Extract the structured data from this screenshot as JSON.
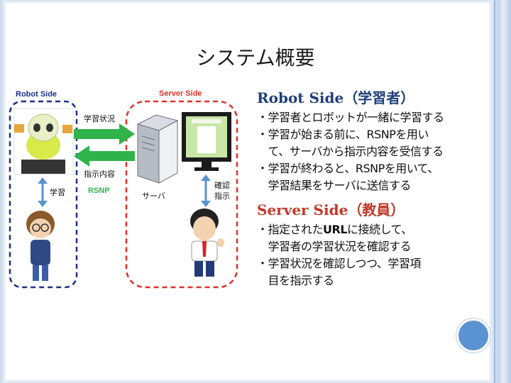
{
  "title": "システム概要",
  "diagram": {
    "robot_side_label": "Robot Side",
    "server_side_label": "Server Side",
    "arrow_top_label": "学習状況",
    "arrow_bottom_label": "指示内容",
    "protocol_label": "RSNP",
    "server_label": "サーバ",
    "learning_label": "学習",
    "confirm_label_1": "確認",
    "confirm_label_2": "指示",
    "colors": {
      "robot_border": "#1d2e8c",
      "server_border": "#e0302a",
      "arrow_green": "#2fb34a",
      "connector_blue": "#5b92d1"
    }
  },
  "robot_side": {
    "heading": "Robot Side",
    "heading_suffix": "（学習者）",
    "bullets": [
      "・学習者とロボットが一緒に学習する",
      "・学習が始まる前に、RSNPを用い",
      "　て、サーバから指示内容を受信する",
      "・学習が終わると、RSNPを用いて、",
      "　学習結果をサーバに送信する"
    ]
  },
  "server_side": {
    "heading": "Server Side",
    "heading_suffix": "（教員）",
    "bullet1_pre": "・指定された",
    "bullet1_bold": "URL",
    "bullet1_post": "に接続して、",
    "bullets_rest": [
      "　学習者の学習状況を確認する",
      "・学習状況を確認しつつ、学習項",
      "　目を指示する"
    ]
  }
}
